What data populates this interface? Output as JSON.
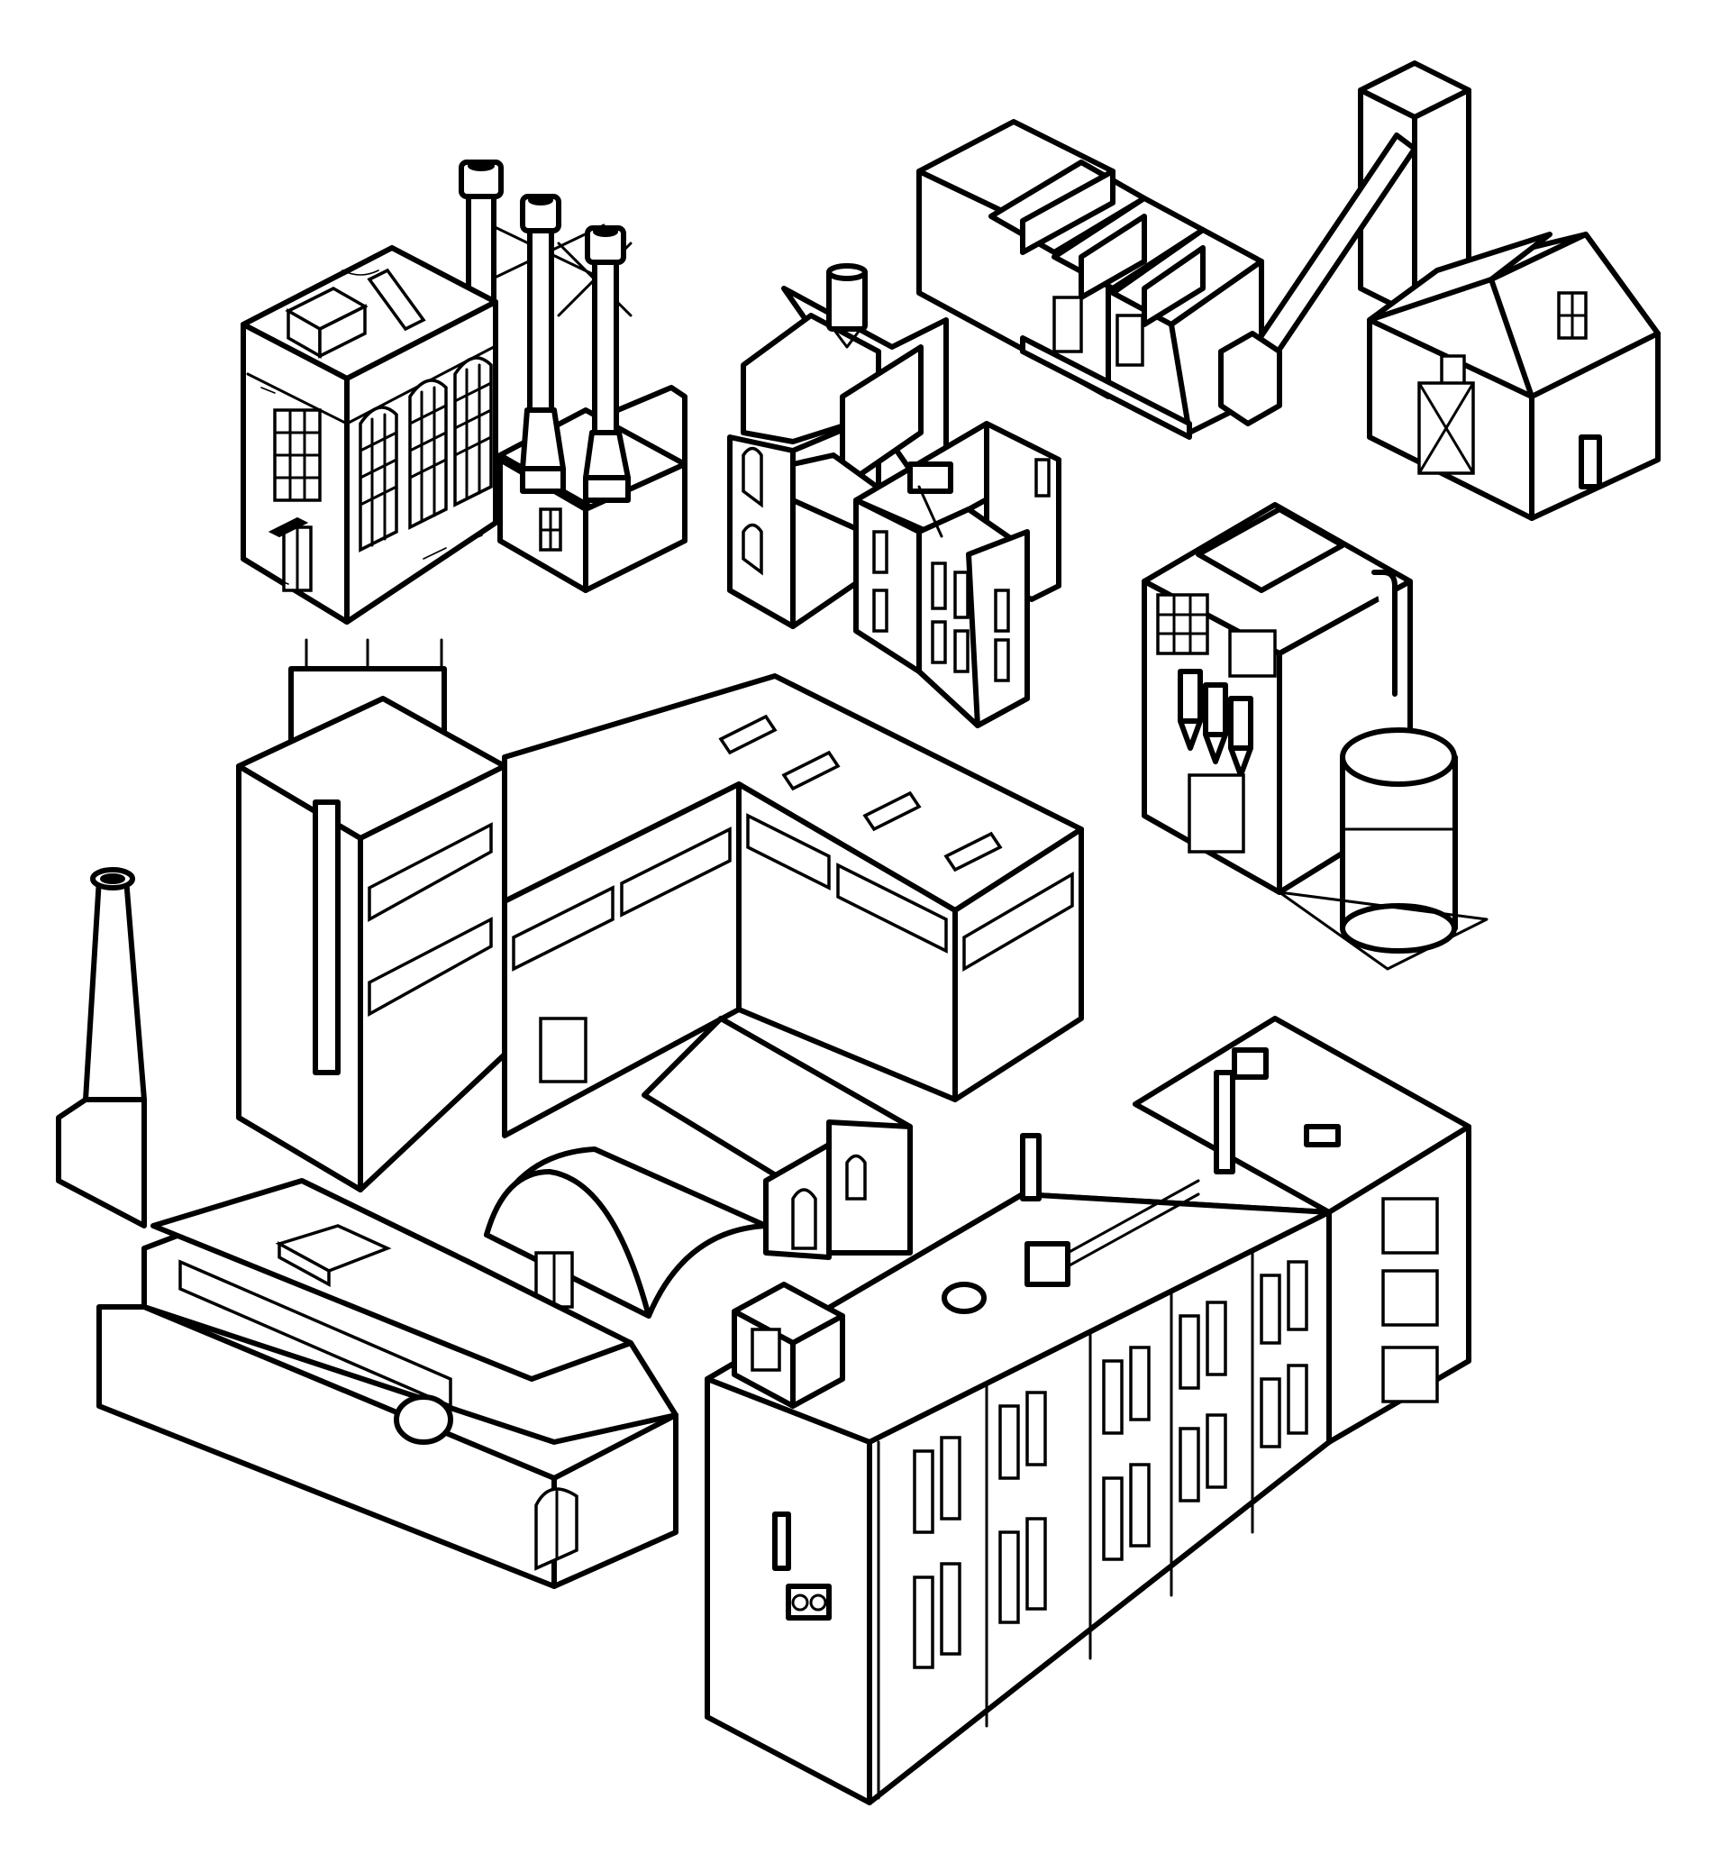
{
  "illustration": {
    "style": "black-and-white isometric line art",
    "background_color": "#ffffff",
    "line_color": "#000000",
    "buildings": [
      {
        "id": "power-plant",
        "label": "Power plant with arched windows and three smokestacks"
      },
      {
        "id": "water-tower-block",
        "label": "Brick building with rooftop water tank and blank billboard"
      },
      {
        "id": "sawtooth-factory",
        "label": "Sawtooth-roof factory with conveyor tower"
      },
      {
        "id": "barn-shed",
        "label": "Gabled shed with dormer window"
      },
      {
        "id": "silo-plant",
        "label": "Building with hopper silos and large cylindrical tank"
      },
      {
        "id": "l-shaped-warehouse",
        "label": "L-shaped warehouse with rooftop billboard and vents"
      },
      {
        "id": "quonset-hut",
        "label": "Quonset hut with small gabled house"
      },
      {
        "id": "chimney-mill",
        "label": "Mill with tall chimney and clerestory windows"
      },
      {
        "id": "large-factory",
        "label": "Large multi-story factory with rooftop machinery"
      }
    ]
  }
}
